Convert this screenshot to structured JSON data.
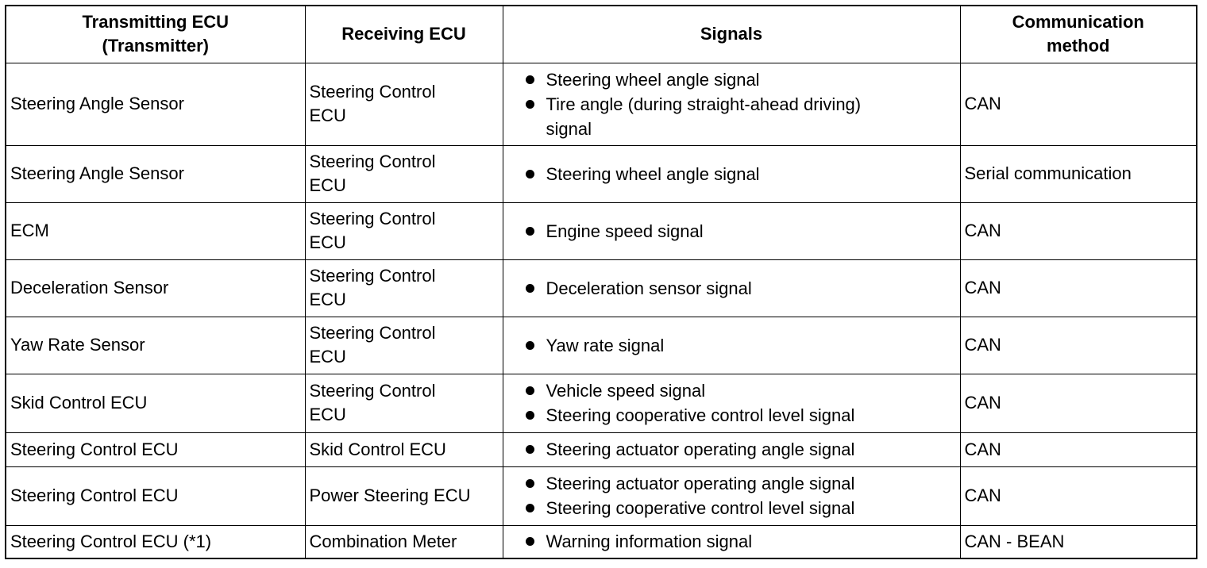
{
  "table": {
    "headers": [
      [
        "Transmitting ECU",
        "(Transmitter)"
      ],
      [
        "Receiving ECU"
      ],
      [
        "Signals"
      ],
      [
        "Communication",
        "method"
      ]
    ],
    "rows": [
      {
        "transmitter": "Steering Angle Sensor",
        "receiver": [
          "Steering Control",
          "ECU"
        ],
        "signals": [
          [
            "Steering wheel angle signal"
          ],
          [
            "Tire angle (during straight-ahead driving)",
            "signal"
          ]
        ],
        "method": "CAN"
      },
      {
        "transmitter": "Steering Angle Sensor",
        "receiver": [
          "Steering Control",
          "ECU"
        ],
        "signals": [
          [
            "Steering wheel angle signal"
          ]
        ],
        "method": "Serial communication"
      },
      {
        "transmitter": "ECM",
        "receiver": [
          "Steering Control",
          "ECU"
        ],
        "signals": [
          [
            "Engine speed signal"
          ]
        ],
        "method": "CAN"
      },
      {
        "transmitter": "Deceleration Sensor",
        "receiver": [
          "Steering Control",
          "ECU"
        ],
        "signals": [
          [
            "Deceleration sensor signal"
          ]
        ],
        "method": "CAN"
      },
      {
        "transmitter": "Yaw Rate Sensor",
        "receiver": [
          "Steering Control",
          "ECU"
        ],
        "signals": [
          [
            "Yaw rate signal"
          ]
        ],
        "method": "CAN"
      },
      {
        "transmitter": "Skid Control ECU",
        "receiver": [
          "Steering Control",
          "ECU"
        ],
        "signals": [
          [
            "Vehicle speed signal"
          ],
          [
            "Steering cooperative control level signal"
          ]
        ],
        "method": "CAN"
      },
      {
        "transmitter": "Steering Control ECU",
        "receiver": [
          "Skid Control ECU"
        ],
        "signals": [
          [
            "Steering actuator operating angle signal"
          ]
        ],
        "method": "CAN"
      },
      {
        "transmitter": "Steering Control ECU",
        "receiver": [
          "Power Steering ECU"
        ],
        "signals": [
          [
            "Steering actuator operating angle signal"
          ],
          [
            "Steering cooperative control level signal"
          ]
        ],
        "method": "CAN"
      },
      {
        "transmitter": "Steering Control ECU (*1)",
        "receiver": [
          "Combination Meter"
        ],
        "signals": [
          [
            "Warning information signal"
          ]
        ],
        "method": "CAN - BEAN"
      }
    ]
  }
}
